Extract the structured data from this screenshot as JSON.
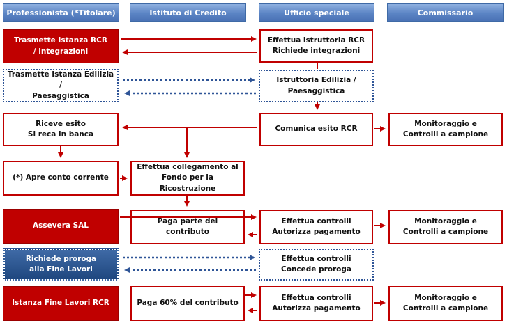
{
  "headers": {
    "professionista": "Professionista  (*Titolare)",
    "istituto": "Istituto di Credito",
    "ufficio": "Ufficio speciale",
    "commissario": "Commissario"
  },
  "boxes": {
    "trasmette_rcr": "Trasmette Istanza RCR\n/ integrazioni",
    "istruttoria_rcr": "Effettua istruttoria RCR\nRichiede integrazioni",
    "trasmette_edilizia": "Trasmette Istanza Edilizia /\nPaesaggistica",
    "istruttoria_edilizia": "Istruttoria Edilizia /\nPaesaggistica",
    "riceve_esito": "Riceve esito\nSi reca in banca",
    "comunica_esito": "Comunica esito RCR",
    "monitoraggio_1": "Monitoraggio e\nControlli a campione",
    "apre_conto": "(*) Apre conto corrente",
    "collegamento": "Effettua collegamento al\nFondo per la Ricostruzione",
    "assevera_sal": "Assevera SAL",
    "paga_parte": "Paga parte del contributo",
    "controlli_1": "Effettua controlli\nAutorizza pagamento",
    "monitoraggio_2": "Monitoraggio e\nControlli a campione",
    "richiede_proroga": "Richiede proroga\nalla Fine Lavori",
    "concede_proroga": "Effettua controlli\nConcede proroga",
    "istanza_fine": "Istanza Fine Lavori RCR",
    "paga_60": "Paga 60% del contributo",
    "controlli_2": "Effettua controlli\nAutorizza pagamento",
    "monitoraggio_3": "Monitoraggio e\nControlli a campione"
  },
  "colors": {
    "red": "#c00000",
    "blue": "#2f5597",
    "header": "#5b84c4"
  }
}
